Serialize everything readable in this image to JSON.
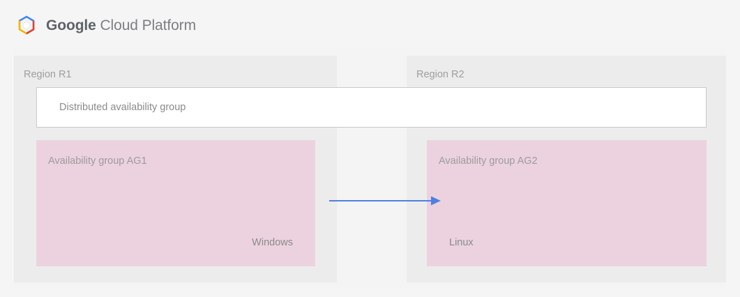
{
  "header": {
    "logo_icon": "google-cloud-platform-hexagon-logo",
    "brand_strong": "Google",
    "brand_light": "Cloud Platform",
    "logo_colors": {
      "blue": "#4285F4",
      "red": "#DB4437",
      "yellow": "#F4B400",
      "green": "#0F9D58",
      "center": "#FFFFFF"
    }
  },
  "diagram": {
    "distributed_group": {
      "label": "Distributed availability group"
    },
    "regions": [
      {
        "title": "Region R1",
        "availability_group": {
          "title": "Availability group AG1",
          "os": "Windows"
        }
      },
      {
        "title": "Region R2",
        "availability_group": {
          "title": "Availability group AG2",
          "os": "Linux"
        }
      }
    ],
    "connector": {
      "name": "replication-arrow",
      "direction": "left-to-right",
      "color": "#4f7fe0"
    }
  },
  "colors": {
    "page_background": "#f5f5f5",
    "diagram_background": "#f4f4f4",
    "region_background": "#ececec",
    "availability_group_background": "#ecd2df",
    "distributed_group_background": "#ffffff",
    "distributed_group_border": "#c9c9c9",
    "muted_text": "#9e9e9e"
  }
}
